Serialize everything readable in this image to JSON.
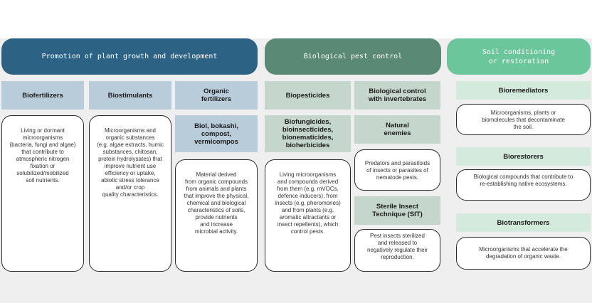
{
  "headers": {
    "promotion": "Promotion of plant growth and development",
    "pest": "Biological pest control",
    "soil": "Soil conditioning\nor restoration"
  },
  "colors": {
    "promotion": "#2c6384",
    "pest": "#5a8a75",
    "soil": "#6cc69b",
    "blue_label": "#b9ccd9",
    "green_label": "#c5d6cc",
    "mint_label": "#d4eadd"
  },
  "labels": {
    "biofertilizers": "Biofertilizers",
    "biostimulants": "Biostimulants",
    "organic_fertilizers": "Organic\nfertilizers",
    "biol": "Biol, bokashi,\ncompost,\nvermicompos",
    "biopesticides": "Biopesticides",
    "biofungicides": "Biofungicides,\nbioinsecticides,\nbionematicides,\nbioherbicides",
    "invertebrates": "Biological control\nwith invertebrates",
    "natural_enemies": "Natural\nenemies",
    "sit": "Sterile Insect\nTechnique (SIT)",
    "bioremediators": "Bioremediators",
    "biorestorers": "Biorestorers",
    "biotransformers": "Biotransformers"
  },
  "descriptions": {
    "biofertilizers": "Living or dormant\nmicroorganisms\n(bacteria, fungi and algae)\nthat contribute to\natmospheric nitrogen\nfixation or\nsolubilized/mobilized\nsoil nutrients.",
    "biostimulants": "Microorganisms and\norganic substances\n(e.g. algae extracts, humic\nsubstances, chitosan,\nprotein hydrolysates) that\nimprove nutrient use\nefficiency or uptake,\nabiotic stress tolerance\nand/or crop\nquality characteristics.",
    "organic_fertilizers": "Material derived\nfrom organic compounds\nfrom animals and plants\nthat improve the physical,\nchemical and biological\ncharacteristics of soils,\nprovide nutrients\nand increase\nmicrobial activity.",
    "biopesticides": "Living microorganisms\nand compounds derived\nfrom them (e.g. mVOCs,\ndefence inducers), from\ninsects (e.g. pheromones)\nand from plants (e.g.\naromatic attractants or\ninsect repellents), which\ncontrol pests.",
    "natural_enemies": "Predators and parasitoids\nof insects or parasites of\nnematode pests.",
    "sit": "Pest insects sterilized\nand released to\nnegatively regulate their\nreproduction.",
    "bioremediators": "Microorganisms, plants or\nbiomolecules that decontaminate\nthe soil.",
    "biorestorers": "Biological compounds that contribute to\nre-establishing native ecosystems.",
    "biotransformers": "Microorganisms that accelerate the\ndegradation of organic waste."
  }
}
